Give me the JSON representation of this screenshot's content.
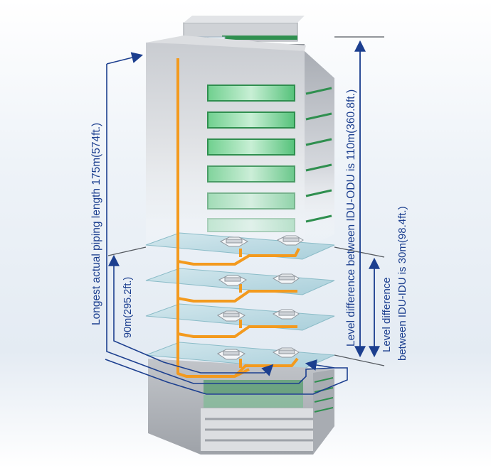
{
  "annotations": {
    "longest_piping": "Longest actual piping length 175m(574ft.)",
    "ninety_m": "90m(295.2ft.)",
    "idu_odu": "Level difference between IDU-ODU is 110m(360.8ft.)",
    "idu_idu_line1": "Level difference",
    "idu_idu_line2": "between IDU-IDU is 30m(98.4ft.)"
  },
  "colors": {
    "pipe": "#f39a1e",
    "annotation": "#1c3f8f",
    "glass_green": "#3fbf6a",
    "floor_plate": "#a9d3df"
  },
  "icons": [
    "outdoor-unit-icon",
    "indoor-cassette-unit-icon",
    "arrow-icon"
  ]
}
